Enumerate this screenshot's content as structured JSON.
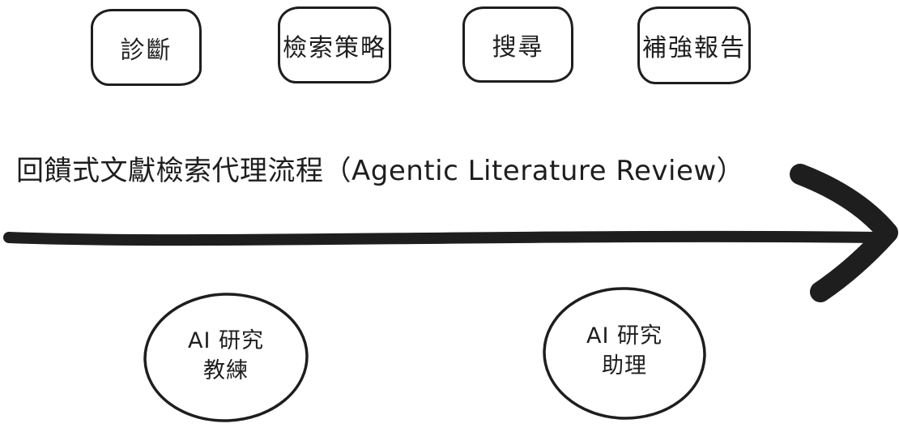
{
  "title": "回饋式文獻檢索代理流程（Agentic Literature Review）",
  "steps": [
    {
      "id": "diagnosis",
      "label": "診斷"
    },
    {
      "id": "search-strategy",
      "label": "檢索策略"
    },
    {
      "id": "search",
      "label": "搜尋"
    },
    {
      "id": "augmented-report",
      "label": "補強報告"
    }
  ],
  "actors": [
    {
      "id": "ai-research-coach",
      "line1": "AI 研究",
      "line2": "教練"
    },
    {
      "id": "ai-research-assistant",
      "line1": "AI 研究",
      "line2": "助理"
    }
  ],
  "arrow": {
    "direction": "right"
  },
  "colors": {
    "ink": "#1e1e1e",
    "background": "#ffffff"
  }
}
